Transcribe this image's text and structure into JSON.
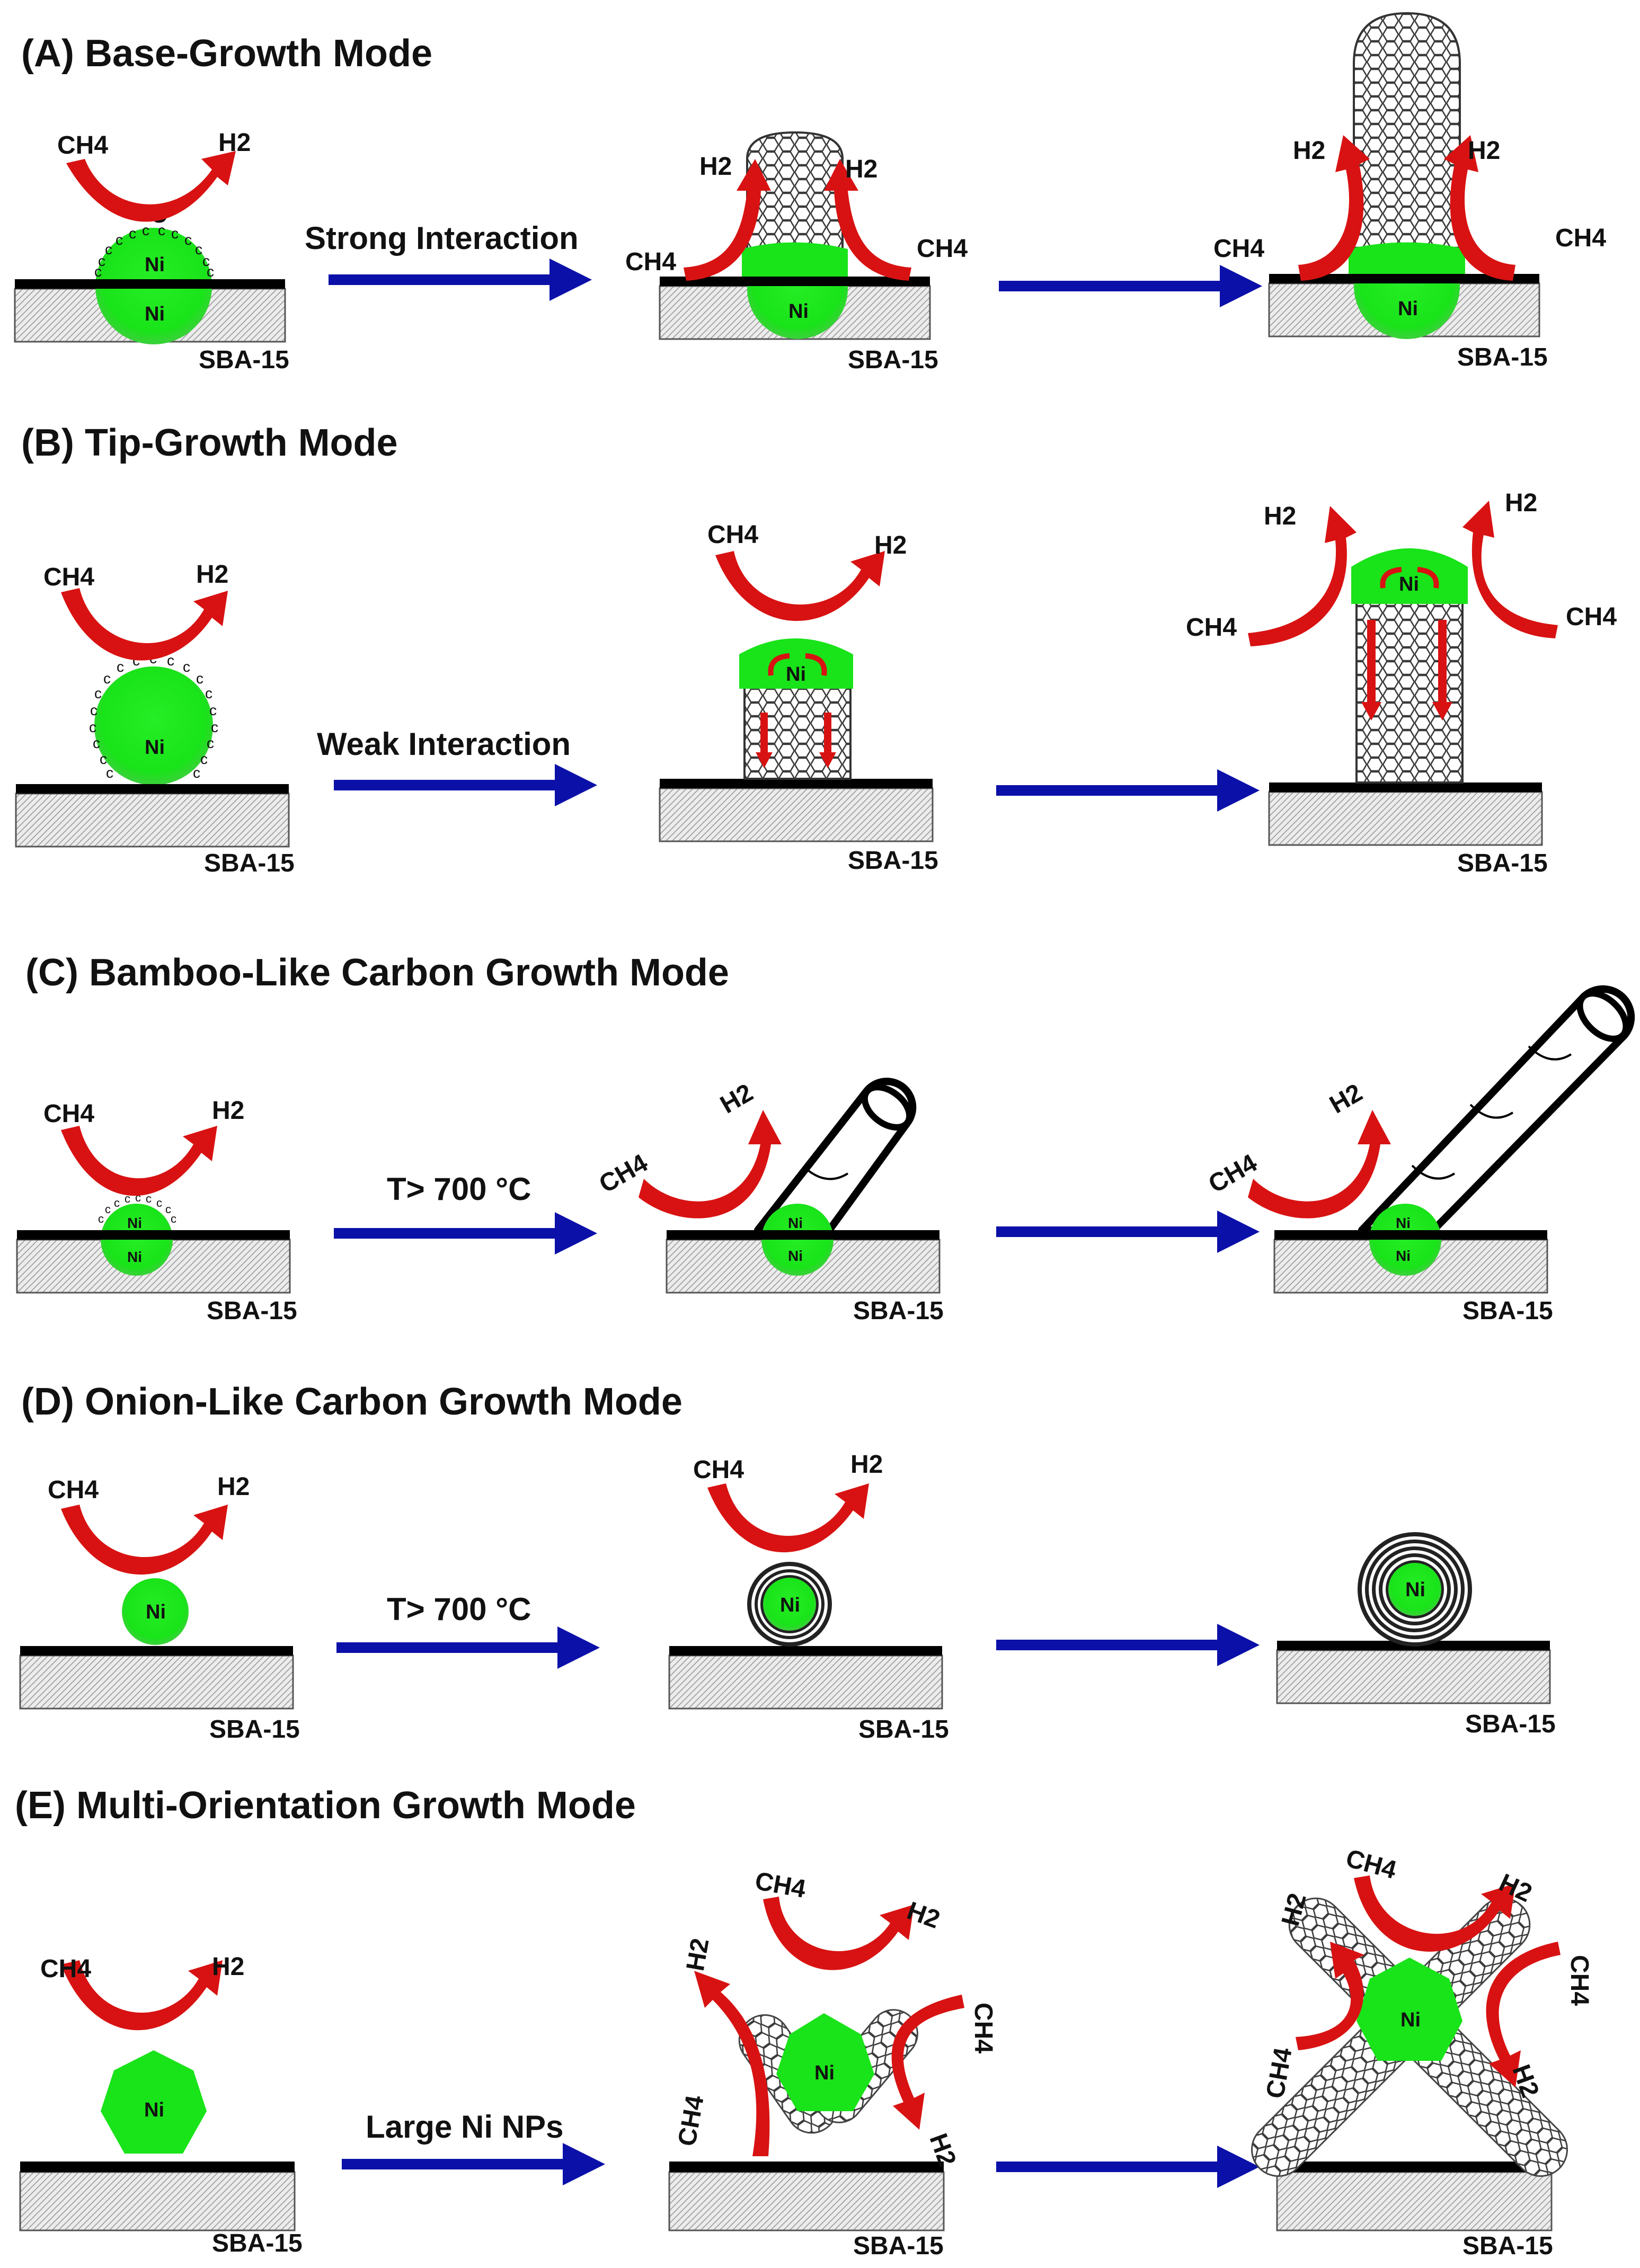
{
  "colors": {
    "nickel": "#19e319",
    "arrow_red": "#d81212",
    "arrow_blue": "#0b10a8",
    "substrate_line": "#000000",
    "substrate_fill": "#e9e9e9",
    "tube_line": "#333333"
  },
  "labels": {
    "ch4": "CH4",
    "h2": "H2",
    "ni": "Ni",
    "c": "c",
    "support": "SBA-15"
  },
  "panels": [
    {
      "id": "A",
      "title": "(A) Base-Growth Mode",
      "condition": "Strong Interaction"
    },
    {
      "id": "B",
      "title": "(B) Tip-Growth Mode",
      "condition": "Weak Interaction"
    },
    {
      "id": "C",
      "title": "(C) Bamboo-Like Carbon Growth Mode",
      "condition": "T> 700 °C"
    },
    {
      "id": "D",
      "title": "(D) Onion-Like Carbon Growth Mode",
      "condition": "T> 700 °C"
    },
    {
      "id": "E",
      "title": "(E) Multi-Orientation Growth Mode",
      "condition": "Large Ni NPs"
    }
  ]
}
